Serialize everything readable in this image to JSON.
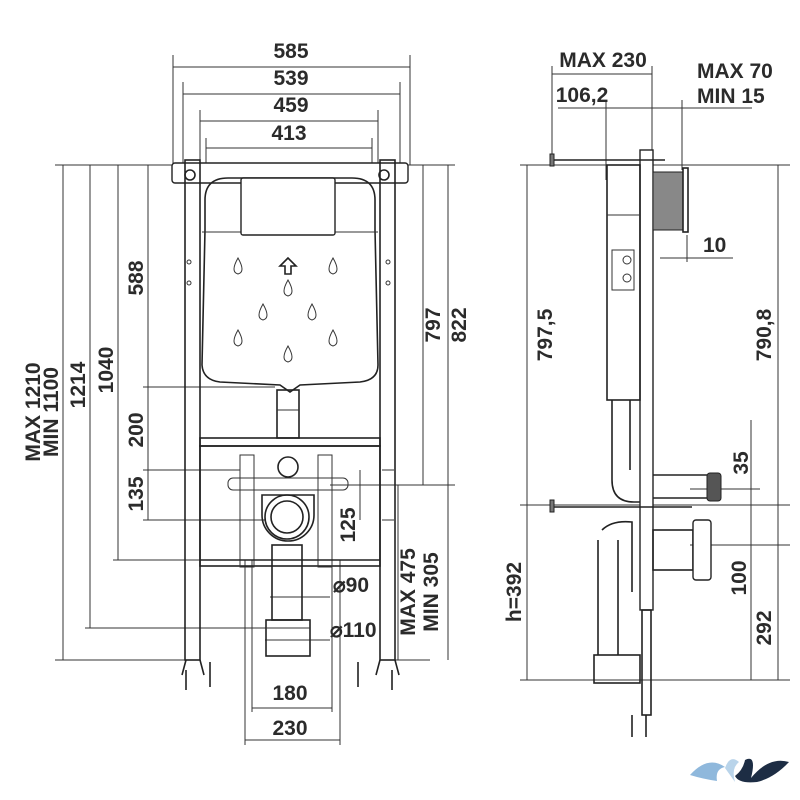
{
  "front_view": {
    "top_dims": [
      "585",
      "539",
      "459",
      "413"
    ],
    "left_dims": {
      "max_min": [
        "MAX 1210",
        "MIN 1100"
      ],
      "d1214": "1214",
      "d1040": "1040",
      "d588": "588",
      "d200": "200",
      "d135": "135"
    },
    "right_dims": {
      "d797": "797",
      "d822": "822",
      "d125": "125",
      "max_min": [
        "MAX 475",
        "MIN 305"
      ]
    },
    "pipes": {
      "d90": "⌀90",
      "d110": "⌀110"
    },
    "bottom_dims": {
      "d180": "180",
      "d230": "230"
    }
  },
  "side_view": {
    "top_dims": {
      "max230": "MAX 230",
      "d106": "106,2",
      "max70": "MAX 70",
      "min15": "MIN 15"
    },
    "d10": "10",
    "d797_5": "797,5",
    "d790_8": "790,8",
    "h392": "h=392",
    "d35": "35",
    "d100": "100",
    "d292": "292"
  },
  "colors": {
    "line": "#333333",
    "logo_light": "#8fb8dc",
    "logo_dark": "#1d2d44"
  }
}
